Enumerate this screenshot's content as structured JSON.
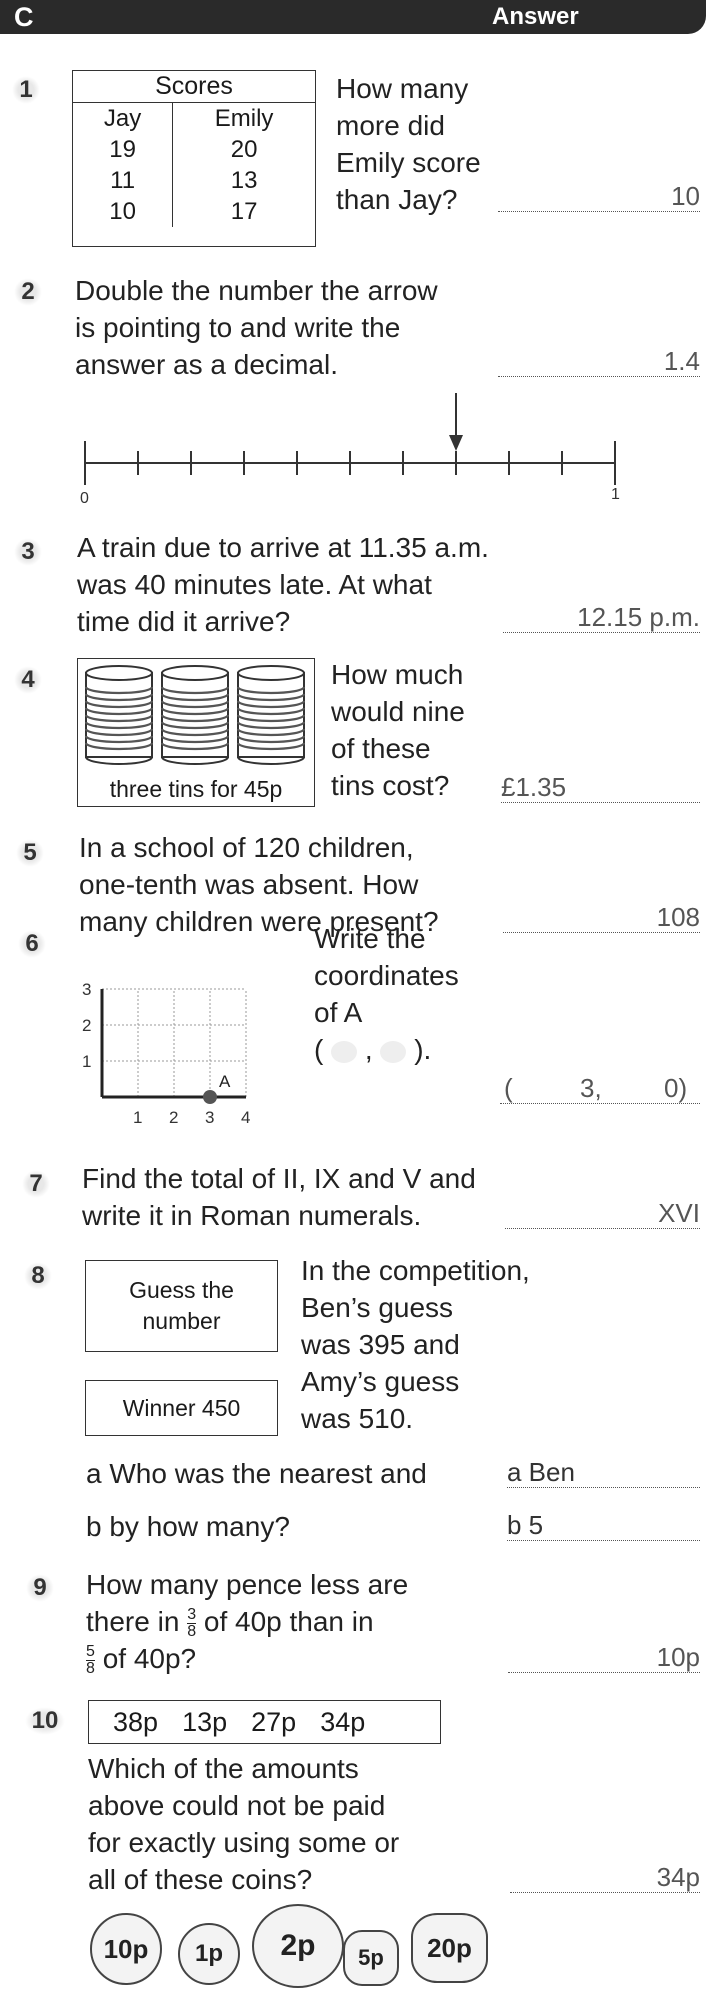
{
  "header": {
    "letter": "C",
    "answer_label": "Answer"
  },
  "questions": {
    "q1": {
      "number": "1",
      "table_title": "Scores",
      "columns": [
        "Jay",
        "Emily"
      ],
      "rows": [
        [
          "19",
          "20"
        ],
        [
          "11",
          "13"
        ],
        [
          "10",
          "17"
        ]
      ],
      "text": [
        "How many",
        "more did",
        "Emily score",
        "than Jay?"
      ],
      "answer": "10"
    },
    "q2": {
      "number": "2",
      "text": [
        "Double the number the arrow",
        "is pointing to and write the",
        "answer as a decimal."
      ],
      "answer": "1.4",
      "number_line": {
        "start_label": "0",
        "end_label": "1",
        "divisions": 10,
        "arrow_at": 0.7
      }
    },
    "q3": {
      "number": "3",
      "text": [
        "A train due to arrive at 11.35 a.m.",
        "was 40 minutes late. At what",
        "time did it arrive?"
      ],
      "answer": "12.15 p.m."
    },
    "q4": {
      "number": "4",
      "caption": "three tins for 45p",
      "text": [
        "How much",
        "would nine",
        "of these",
        "tins cost?"
      ],
      "answer": "£1.35"
    },
    "q5": {
      "number": "5",
      "text": [
        "In a school of 120 children,",
        "one-tenth was absent. How",
        "many children were present?"
      ],
      "answer": "108"
    },
    "q6": {
      "number": "6",
      "grid": {
        "x_ticks": [
          "1",
          "2",
          "3",
          "4"
        ],
        "y_ticks": [
          "1",
          "2",
          "3"
        ],
        "point_label": "A",
        "point": [
          3,
          0
        ]
      },
      "text": [
        "Write the",
        "coordinates",
        "of A"
      ],
      "coord_template": {
        "open": "(",
        "comma": ",",
        "close": ")."
      },
      "answer": {
        "open": "(",
        "x": "3,",
        "y": "0)"
      }
    },
    "q7": {
      "number": "7",
      "text": [
        "Find the total of II, IX and V and",
        "write it in Roman numerals."
      ],
      "answer": "XVI"
    },
    "q8": {
      "number": "8",
      "box1": [
        "Guess the",
        "number"
      ],
      "box2": "Winner 450",
      "text": [
        "In the competition,",
        "Ben’s guess",
        "was 395 and",
        "Amy’s guess",
        "was 510."
      ],
      "part_a": {
        "label": "a",
        "text": "Who was the nearest and",
        "answer": "a  Ben"
      },
      "part_b": {
        "label": "b",
        "text": "by how many?",
        "answer": "b  5"
      }
    },
    "q9": {
      "number": "9",
      "text1": "How many pence less are",
      "text2_pre": "there in",
      "frac1": {
        "num": "3",
        "den": "8"
      },
      "text2_post": "of 40p than in",
      "frac2": {
        "num": "5",
        "den": "8"
      },
      "text3_post": "of 40p?",
      "answer": "10p"
    },
    "q10": {
      "number": "10",
      "amounts": [
        "38p",
        "13p",
        "27p",
        "34p"
      ],
      "text": [
        "Which of the amounts",
        "above could not be paid",
        "for exactly using some or",
        "all of these coins?"
      ],
      "answer": "34p",
      "coins": [
        "10p",
        "1p",
        "2p",
        "5p",
        "20p"
      ]
    }
  }
}
